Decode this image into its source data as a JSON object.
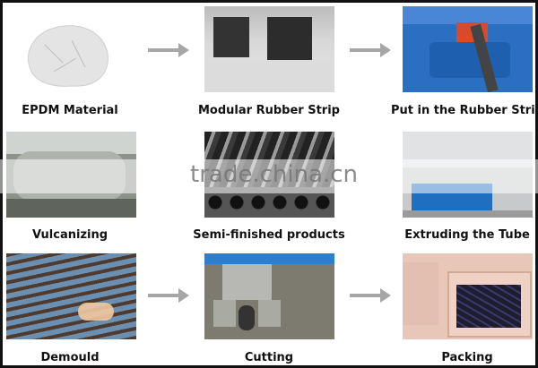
{
  "steps": [
    {
      "label": "EPDM Material",
      "icon": "epdm-material-photo"
    },
    {
      "label": "Modular Rubber Strip",
      "icon": "rubber-strip-rack-photo"
    },
    {
      "label": "Put in the Rubber Strip",
      "icon": "extruder-machine-photo"
    },
    {
      "label": "Vulcanizing",
      "icon": "vulcanizing-tank-photo"
    },
    {
      "label": "Semi-finished products",
      "icon": "rubber-tubes-photo"
    },
    {
      "label": "Extruding the Tube",
      "icon": "extrusion-line-photo"
    },
    {
      "label": "Demould",
      "icon": "demould-photo"
    },
    {
      "label": "Cutting",
      "icon": "cutting-machine-photo"
    },
    {
      "label": "Packing",
      "icon": "packing-boxes-photo"
    }
  ],
  "arrows": [
    "arrow-right-icon",
    "arrow-right-icon",
    "arrow-right-icon",
    "arrow-right-icon"
  ],
  "watermark": "trade.china.cn",
  "colors": {
    "arrow": "#a6a6a6",
    "border": "#111111"
  }
}
